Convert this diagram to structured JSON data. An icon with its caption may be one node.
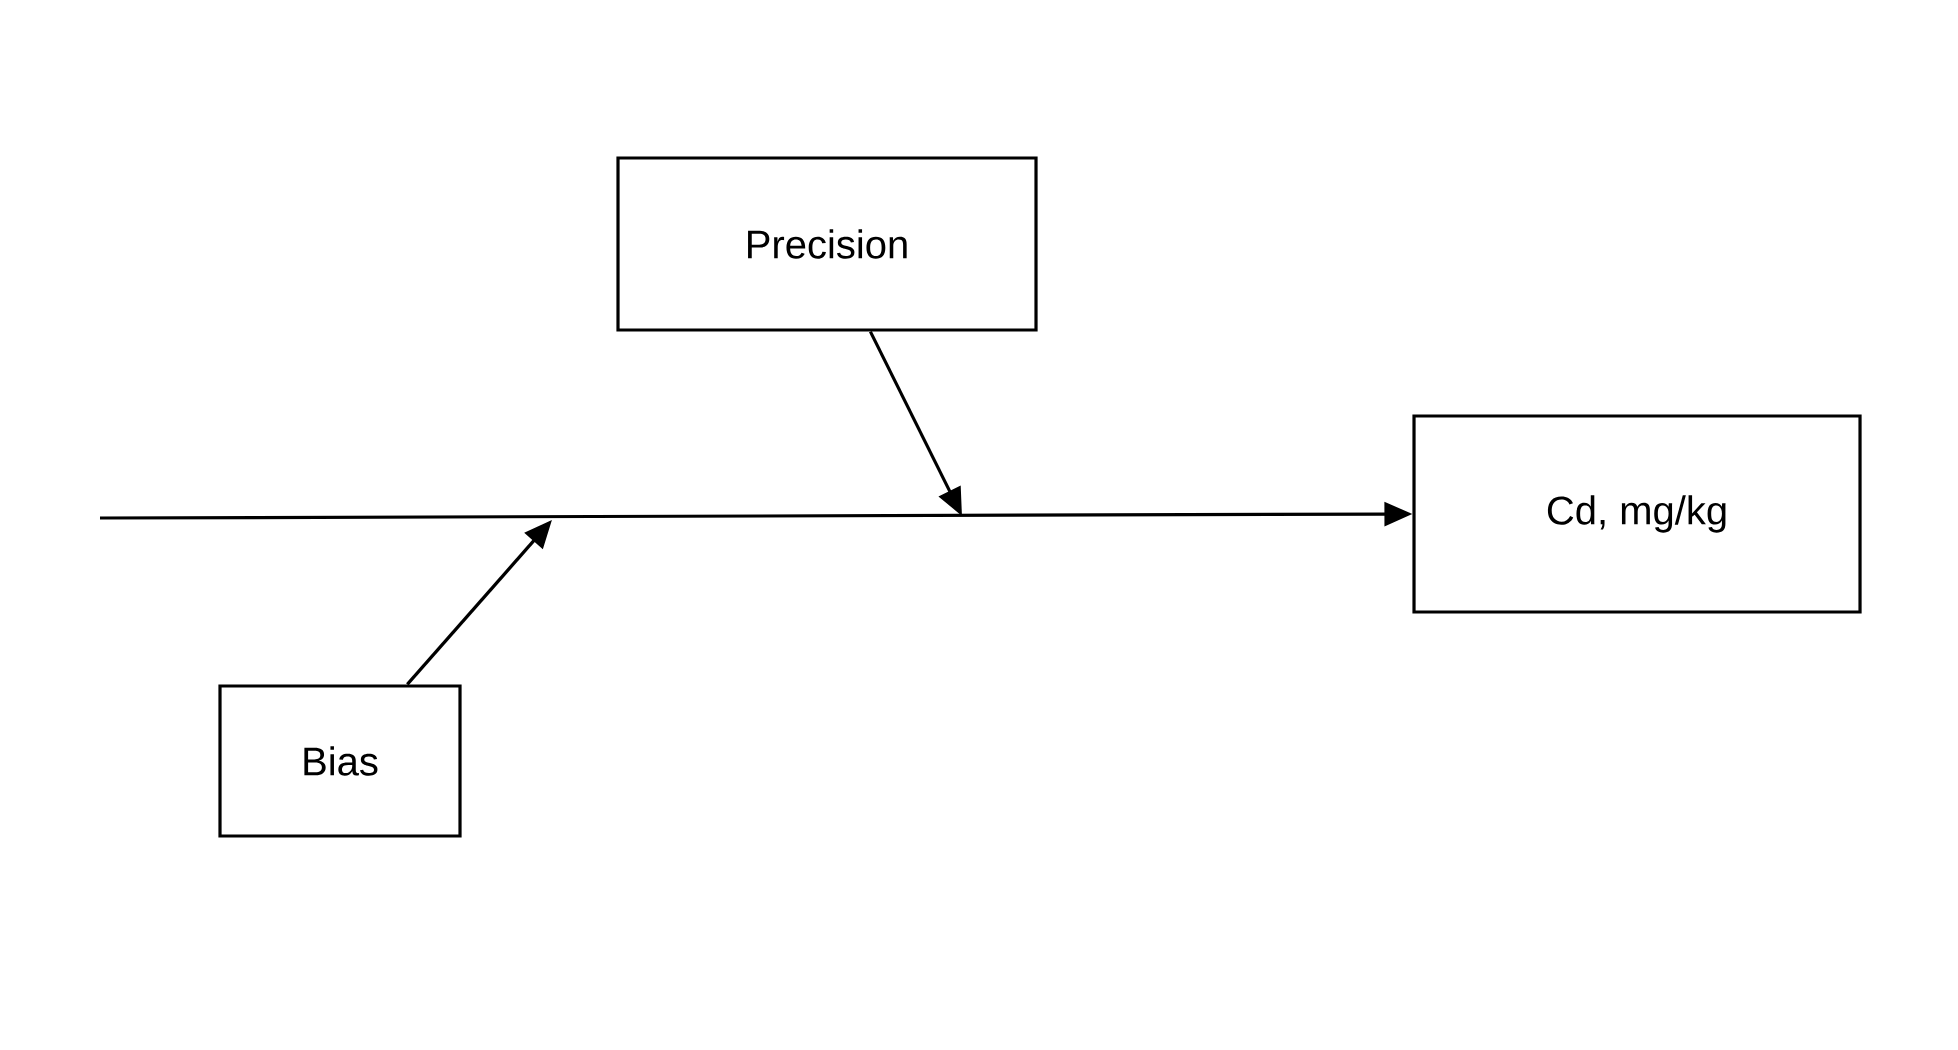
{
  "diagram": {
    "nodes": [
      {
        "text": [
          "Precision"
        ]
      },
      {
        "text": [
          "Cd, mg/kg"
        ]
      },
      {
        "text": [
          "Bias"
        ]
      }
    ],
    "edges": [
      {
        "from": null,
        "to": 1,
        "arrow": "to"
      },
      {
        "from": 0,
        "to": null,
        "arrow": "to"
      },
      {
        "from": 2,
        "to": null,
        "arrow": "to"
      }
    ]
  }
}
